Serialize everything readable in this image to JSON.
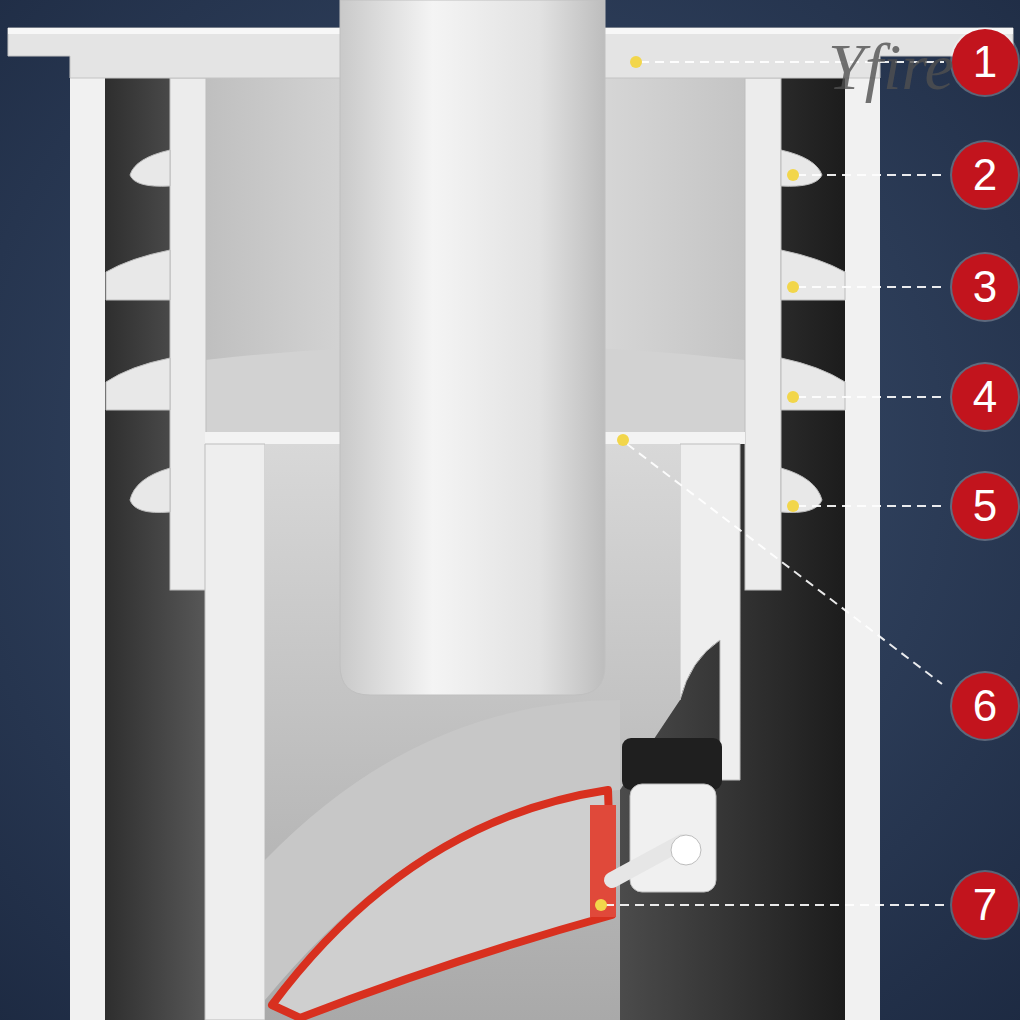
{
  "diagram": {
    "labels": [
      "1",
      "2",
      "3",
      "4",
      "5",
      "6",
      "7",
      "Yfire"
    ]
  }
}
